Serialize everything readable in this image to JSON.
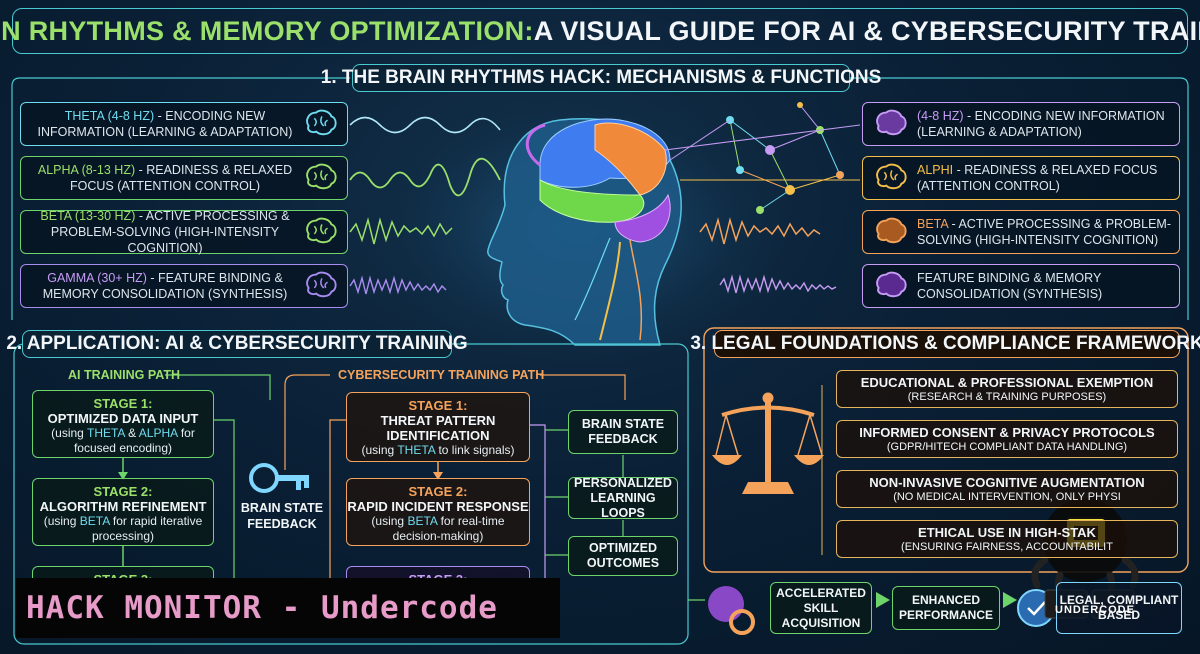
{
  "title": {
    "part1": "BRAIN RHYTHMS & MEMORY OPTIMIZATION:",
    "part2": " A VISUAL GUIDE FOR AI & CYBERSECURITY TRAINING"
  },
  "section1": {
    "title": "1. THE BRAIN RHYTHMS HACK: MECHANISMS & FUNCTIONS"
  },
  "left_waves": [
    {
      "band": "THETA (4-8 Hz)",
      "text": " - ENCODING NEW INFORMATION (LEARNING & ADAPTATION)",
      "color": "#6fdcf0"
    },
    {
      "band": "ALPHA (8-13 Hz)",
      "text": " - READINESS & RELAXED FOCUS (ATTENTION CONTROL)",
      "color": "#9be06a"
    },
    {
      "band": "BETA (13-30 Hz)",
      "text": " - ACTIVE PROCESSING & PROBLEM-SOLVING (HIGH-INTENSITY COGNITION)",
      "color": "#9be06a"
    },
    {
      "band": "GAMMA (30+ Hz)",
      "text": " - FEATURE BINDING & MEMORY CONSOLIDATION (SYNTHESIS)",
      "color": "#a98cf0"
    }
  ],
  "right_waves": [
    {
      "band": "(4-8 Hz)",
      "text": " - ENCODING NEW INFORMATION (LEARNING & ADAPTATION)",
      "color": "#c69cf5"
    },
    {
      "band": "ALPHI",
      "text": " - READINESS & RELAXED FOCUS (ATTENTION CONTROL)",
      "color": "#f5c04a"
    },
    {
      "band": "BETA",
      "text": " - ACTIVE PROCESSING & PROBLEM-SOLVING (HIGH-INTENSITY COGNITION)",
      "color": "#f5a35b"
    },
    {
      "band": "",
      "text": "FEATURE BINDING & MEMORY CONSOLIDATION (SYNTHESIS)",
      "color": "#c69cf5"
    }
  ],
  "section2": {
    "title": "2. APPLICATION: AI & CYBERSECURITY TRAINING",
    "ai_path": "AI TRAINING PATH",
    "cyber_path": "CYBERSECURITY TRAINING PATH",
    "ai_stages": [
      {
        "stage": "STAGE 1:",
        "heading": "OPTIMIZED DATA INPUT",
        "pre": "(using ",
        "hl1": "THETA",
        "mid": " & ",
        "hl2": "ALPHA",
        "post": " for focused encoding)"
      },
      {
        "stage": "STAGE 2:",
        "heading": "ALGORITHM REFINEMENT",
        "pre": "(using ",
        "hl1": "BETA",
        "mid": "",
        "hl2": "",
        "post": " for rapid iterative processing)"
      },
      {
        "stage": "STAGE 3:"
      }
    ],
    "key_label": "BRAIN STATE FEEDBACK",
    "cyber_stages": [
      {
        "stage": "STAGE 1:",
        "heading": "THREAT PATTERN IDENTIFICATION",
        "pre": "(using ",
        "hl1": "THETA",
        "post": " to link signals)"
      },
      {
        "stage": "STAGE 2:",
        "heading": "RAPID INCIDENT RESPONSE",
        "pre": "(using ",
        "hl1": "BETA",
        "post": " for real-time decision-making)"
      },
      {
        "stage": "STAGE 3:"
      }
    ],
    "outcomes": [
      "BRAIN STATE FEEDBACK",
      "PERSONALIZED LEARNING LOOPS",
      "OPTIMIZED OUTCOMES"
    ]
  },
  "section3": {
    "title": "3. LEGAL FOUNDATIONS & COMPLIANCE FRAMEWORK",
    "items": [
      {
        "heading": "EDUCATIONAL & PROFESSIONAL EXEMPTION",
        "sub": "(RESEARCH & TRAINING PURPOSES)"
      },
      {
        "heading": "INFORMED CONSENT & PRIVACY PROTOCOLS",
        "sub": "(GDPR/HITECH COMPLIANT DATA HANDLING)"
      },
      {
        "heading": "NON-INVASIVE COGNITIVE AUGMENTATION",
        "sub": "(NO MEDICAL INTERVENTION, ONLY PHYSI"
      },
      {
        "heading": "ETHICAL USE IN HIGH-STAK",
        "sub": "(ENSURING FAIRNESS, ACCOUNTABILIT"
      }
    ]
  },
  "bottom_flow": [
    "ACCELERATED SKILL ACQUISITION",
    "ENHANCED PERFORMANCE",
    "LEGAL, COMPLIANT BASED"
  ],
  "overlay_logo": "UNDERCODE",
  "watermark": "HACK MONITOR - Undercode"
}
